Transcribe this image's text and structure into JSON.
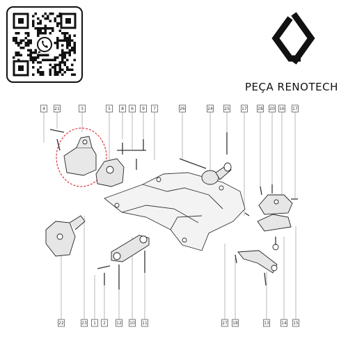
{
  "brand": {
    "name": "PEÇA RENOTECH",
    "logo": "renault-diamond-logo"
  },
  "qr": {
    "icon": "whatsapp-icon"
  },
  "colors": {
    "ink": "#111111",
    "highlight": "#e0303a",
    "whatsapp": "#111111"
  },
  "callouts_top": [
    "4",
    "21",
    "3",
    "5",
    "8",
    "6",
    "9",
    "7",
    "26",
    "24",
    "25",
    "17",
    "28",
    "20",
    "16",
    "17"
  ],
  "callouts_bottom": [
    "22",
    "23",
    "1",
    "2",
    "12",
    "10",
    "11",
    "27",
    "18",
    "13",
    "14",
    "15"
  ]
}
